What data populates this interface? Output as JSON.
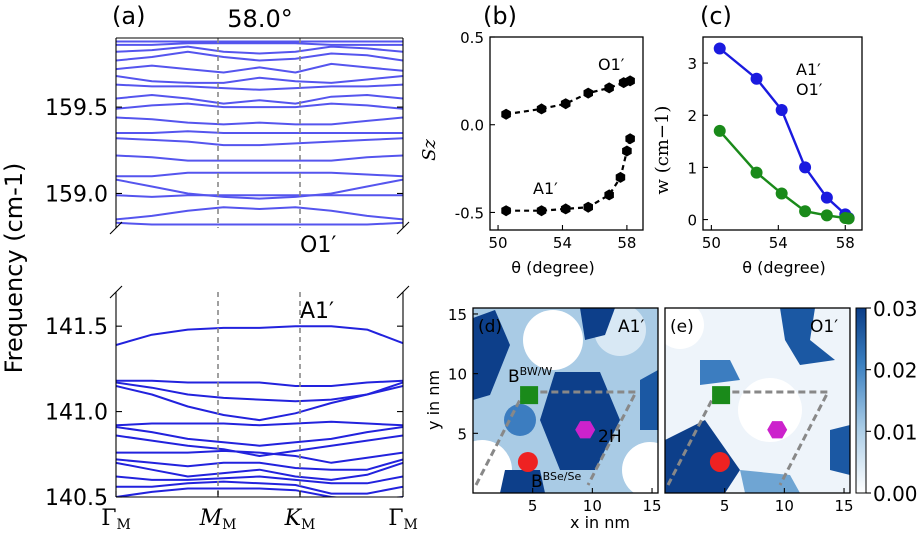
{
  "chart_data": [
    {
      "id": "a-top",
      "type": "line",
      "panel_label": "(a)",
      "title": "58.0°",
      "ylabel": "Frequency (cm-1)",
      "ylim": [
        158.8,
        159.9
      ],
      "yticks": [
        "159.0",
        "159.5"
      ],
      "ytick_values": [
        159.0,
        159.5
      ],
      "x_kpoints": [
        "ΓM",
        "MM",
        "KM",
        "ΓM"
      ],
      "color": "#5555ee",
      "band_label": "O1′",
      "bands": [
        [
          159.88,
          159.88,
          159.88,
          159.88,
          159.88,
          159.88,
          159.88,
          159.88,
          159.88
        ],
        [
          159.86,
          159.86,
          159.87,
          159.87,
          159.87,
          159.87,
          159.86,
          159.86,
          159.86
        ],
        [
          159.82,
          159.83,
          159.85,
          159.82,
          159.81,
          159.82,
          159.85,
          159.84,
          159.82
        ],
        [
          159.77,
          159.79,
          159.82,
          159.79,
          159.77,
          159.78,
          159.81,
          159.8,
          159.77
        ],
        [
          159.72,
          159.74,
          159.72,
          159.7,
          159.73,
          159.7,
          159.75,
          159.73,
          159.71
        ],
        [
          159.68,
          159.65,
          159.64,
          159.64,
          159.67,
          159.65,
          159.64,
          159.66,
          159.68
        ],
        [
          159.63,
          159.62,
          159.62,
          159.61,
          159.6,
          159.61,
          159.62,
          159.62,
          159.63
        ],
        [
          159.55,
          159.57,
          159.55,
          159.52,
          159.54,
          159.52,
          159.56,
          159.57,
          159.55
        ],
        [
          159.49,
          159.51,
          159.52,
          159.5,
          159.5,
          159.5,
          159.52,
          159.51,
          159.49
        ],
        [
          159.44,
          159.43,
          159.41,
          159.4,
          159.41,
          159.4,
          159.4,
          159.42,
          159.44
        ],
        [
          159.35,
          159.35,
          159.36,
          159.35,
          159.35,
          159.35,
          159.35,
          159.35,
          159.35
        ],
        [
          159.32,
          159.31,
          159.3,
          159.28,
          159.28,
          159.29,
          159.3,
          159.31,
          159.32
        ],
        [
          159.22,
          159.21,
          159.19,
          159.19,
          159.19,
          159.19,
          159.19,
          159.21,
          159.22
        ],
        [
          159.1,
          159.1,
          159.12,
          159.12,
          159.12,
          159.12,
          159.12,
          159.11,
          159.1
        ],
        [
          159.08,
          159.04,
          159.0,
          158.98,
          158.97,
          158.98,
          159.0,
          159.04,
          159.08
        ],
        [
          158.99,
          158.98,
          158.99,
          158.99,
          158.99,
          158.99,
          158.99,
          158.99,
          158.99
        ],
        [
          158.85,
          158.87,
          158.9,
          158.92,
          158.91,
          158.92,
          158.9,
          158.87,
          158.85
        ],
        [
          158.83,
          158.82,
          158.82,
          158.82,
          158.82,
          158.82,
          158.82,
          158.82,
          158.83
        ]
      ]
    },
    {
      "id": "a-bottom",
      "type": "line",
      "ylim": [
        140.5,
        141.7
      ],
      "yticks": [
        "140.5",
        "141.0",
        "141.5"
      ],
      "ytick_values": [
        140.5,
        141.0,
        141.5
      ],
      "x_kpoints": [
        "ΓM",
        "MM",
        "KM",
        "ΓM"
      ],
      "color": "#2222dd",
      "band_label": "A1′",
      "bands": [
        [
          141.39,
          141.45,
          141.48,
          141.49,
          141.49,
          141.5,
          141.5,
          141.48,
          141.4
        ],
        [
          141.18,
          141.18,
          141.17,
          141.17,
          141.17,
          141.15,
          141.15,
          141.17,
          141.18
        ],
        [
          141.17,
          141.14,
          141.1,
          141.08,
          141.07,
          141.06,
          141.07,
          141.1,
          141.17
        ],
        [
          141.15,
          141.1,
          141.03,
          140.98,
          140.95,
          140.99,
          141.05,
          141.1,
          141.15
        ],
        [
          140.92,
          140.93,
          140.93,
          140.93,
          140.92,
          140.93,
          140.94,
          140.93,
          140.92
        ],
        [
          140.91,
          140.88,
          140.84,
          140.82,
          140.8,
          140.82,
          140.84,
          140.88,
          140.91
        ],
        [
          140.86,
          140.83,
          140.8,
          140.78,
          140.74,
          140.77,
          140.8,
          140.83,
          140.86
        ],
        [
          140.76,
          140.76,
          140.76,
          140.77,
          140.76,
          140.74,
          140.7,
          140.73,
          140.76
        ],
        [
          140.72,
          140.7,
          140.68,
          140.7,
          140.7,
          140.67,
          140.66,
          140.66,
          140.72
        ],
        [
          140.7,
          140.66,
          140.62,
          140.64,
          140.66,
          140.62,
          140.6,
          140.63,
          140.7
        ],
        [
          140.62,
          140.6,
          140.6,
          140.61,
          140.62,
          140.6,
          140.58,
          140.58,
          140.62
        ],
        [
          140.56,
          140.56,
          140.58,
          140.59,
          140.58,
          140.57,
          140.52,
          140.52,
          140.56
        ],
        [
          140.5,
          140.53,
          140.55,
          140.55,
          140.55,
          140.54,
          140.5,
          140.48,
          140.5
        ]
      ]
    },
    {
      "id": "b",
      "type": "line",
      "panel_label": "(b)",
      "xlabel": "θ (degree)",
      "ylabel": "Sz",
      "xlim": [
        49.5,
        59
      ],
      "ylim": [
        -0.6,
        0.5
      ],
      "xticks": [
        "50",
        "54",
        "58"
      ],
      "xtick_values": [
        50,
        54,
        58
      ],
      "yticks": [
        "-0.5",
        "0.0",
        "0.5"
      ],
      "ytick_values": [
        -0.5,
        0.0,
        0.5
      ],
      "color": "#000000",
      "series": [
        {
          "name": "O1′",
          "x": [
            50.5,
            52.7,
            54.2,
            55.6,
            56.9,
            57.8,
            58.2
          ],
          "y": [
            0.06,
            0.09,
            0.12,
            0.18,
            0.21,
            0.24,
            0.25
          ]
        },
        {
          "name": "A1′",
          "x": [
            50.5,
            52.7,
            54.2,
            55.6,
            56.9,
            57.6,
            58.0,
            58.2
          ],
          "y": [
            -0.49,
            -0.49,
            -0.48,
            -0.47,
            -0.4,
            -0.3,
            -0.15,
            -0.08
          ]
        }
      ]
    },
    {
      "id": "c",
      "type": "line",
      "panel_label": "(c)",
      "xlabel": "θ (degree)",
      "ylabel": "w (cm−1)",
      "xlim": [
        49.5,
        59
      ],
      "ylim": [
        -0.2,
        3.5
      ],
      "xticks": [
        "50",
        "54",
        "58"
      ],
      "xtick_values": [
        50,
        54,
        58
      ],
      "yticks": [
        "0",
        "1",
        "2",
        "3"
      ],
      "ytick_values": [
        0,
        1,
        2,
        3
      ],
      "series": [
        {
          "name": "A1′",
          "color": "#1a1adf",
          "x": [
            50.5,
            52.7,
            54.2,
            55.6,
            56.9,
            58.0,
            58.2
          ],
          "y": [
            3.28,
            2.7,
            2.1,
            1.0,
            0.42,
            0.1,
            0.03
          ]
        },
        {
          "name": "O1′",
          "color": "#1a8a1a",
          "x": [
            50.5,
            52.7,
            54.2,
            55.6,
            56.9,
            58.0,
            58.2
          ],
          "y": [
            1.7,
            0.9,
            0.5,
            0.16,
            0.08,
            0.03,
            0.02
          ]
        }
      ]
    },
    {
      "id": "d",
      "type": "heatmap",
      "panel_label": "(d)",
      "mode_label": "A1′",
      "xlabel": "x in nm",
      "ylabel": "y in nm",
      "xlim": [
        0,
        15.5
      ],
      "ylim": [
        0,
        15.5
      ],
      "xticks": [
        "5",
        "10",
        "15"
      ],
      "xtick_values": [
        5,
        10,
        15
      ],
      "yticks": [
        "5",
        "10",
        "15"
      ],
      "ytick_values": [
        5,
        10,
        15
      ],
      "markers": [
        {
          "label": "BW/W",
          "shape": "square",
          "color": "#1a8a1a",
          "x": 4.7,
          "y": 8.2
        },
        {
          "label": "2H",
          "shape": "hexagon",
          "color": "#cc22cc",
          "x": 9.4,
          "y": 5.3
        },
        {
          "label": "BSe/Se",
          "shape": "circle",
          "color": "#ee2222",
          "x": 4.6,
          "y": 2.6
        }
      ]
    },
    {
      "id": "e",
      "type": "heatmap",
      "panel_label": "(e)",
      "mode_label": "O1′",
      "xlim": [
        0,
        15.5
      ],
      "ylim": [
        0,
        15.5
      ],
      "xticks": [
        "5",
        "10",
        "15"
      ],
      "xtick_values": [
        5,
        10,
        15
      ],
      "markers": [
        {
          "shape": "square",
          "color": "#1a8a1a",
          "x": 4.7,
          "y": 8.2
        },
        {
          "shape": "hexagon",
          "color": "#cc22cc",
          "x": 9.4,
          "y": 5.3
        },
        {
          "shape": "circle",
          "color": "#ee2222",
          "x": 4.6,
          "y": 2.6
        }
      ]
    },
    {
      "id": "colorbar",
      "type": "colorbar",
      "ylim": [
        0.0,
        0.03
      ],
      "yticks": [
        "0.00",
        "0.01",
        "0.02",
        "0.03"
      ],
      "ytick_values": [
        0.0,
        0.01,
        0.02,
        0.03
      ]
    }
  ]
}
